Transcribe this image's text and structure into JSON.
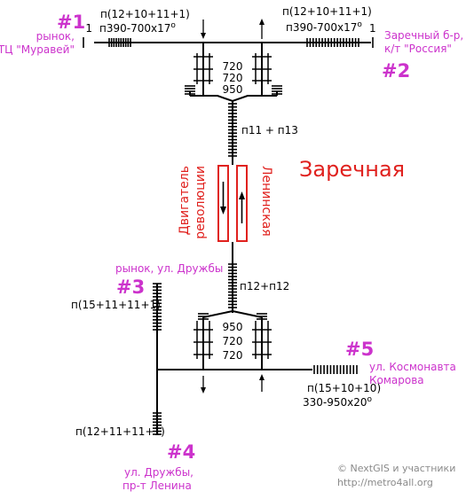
{
  "station_name": "Заречная",
  "colors": {
    "accent": "#cc33cc",
    "station": "#e0211e",
    "lines": "#000000",
    "credit": "#8a8a8a"
  },
  "exits": {
    "e1": {
      "number": "#1",
      "label_lines": [
        "рынок,",
        "ТЦ \"Муравей\""
      ],
      "steps": "п(12+10+11+1)",
      "ramp": "п390-700x17",
      "degree": "o",
      "top_step": "1"
    },
    "e2": {
      "number": "#2",
      "label_lines": [
        "Заречный б-р,",
        "к/т \"Россия\""
      ],
      "steps": "п(12+10+11+1)",
      "ramp": "п390-700x17",
      "degree": "o",
      "top_step": "1"
    },
    "e3": {
      "number": "#3",
      "label_lines": [
        "рынок, ул. Дружбы"
      ],
      "steps": "п(15+11+11+1)"
    },
    "e4": {
      "number": "#4",
      "label_lines": [
        "ул. Дружбы,",
        "пр-т Ленина"
      ],
      "steps": "п(12+11+11+1)"
    },
    "e5": {
      "number": "#5",
      "label_lines": [
        "ул. Космонавта",
        "Комарова"
      ],
      "steps": "п(15+10+10)",
      "ramp": "330-950x20",
      "degree": "o"
    }
  },
  "upper_hall": {
    "widths": [
      "720",
      "720",
      "950"
    ],
    "passage": "п11 + п13"
  },
  "lower_hall": {
    "widths": [
      "950",
      "720",
      "720"
    ],
    "passage": "п12+п12"
  },
  "platforms": {
    "left": "Двигатель революции",
    "left_lines": [
      "Двигатель",
      "революции"
    ],
    "right": "Ленинская"
  },
  "credit_lines": [
    "© NextGIS и участники",
    "http://metro4all.org"
  ]
}
